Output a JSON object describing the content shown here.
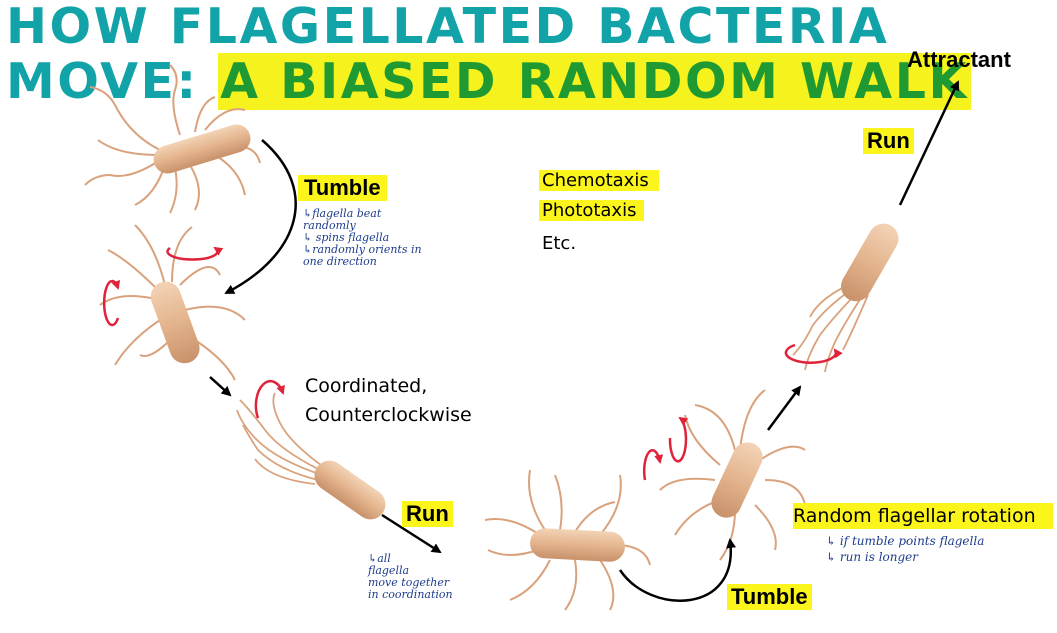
{
  "title": {
    "line1": "HOW FLAGELLATED BACTERIA",
    "line2_prefix": "MOVE: ",
    "line2_highlight": "A BIASED RANDOM WALK"
  },
  "labels": {
    "attractant": "Attractant",
    "run_top": "Run",
    "tumble_top": "Tumble",
    "chemotaxis": "Chemotaxis",
    "phototaxis": "Phototaxis",
    "etc": "Etc.",
    "coordinated_line1": "Coordinated,",
    "coordinated_line2": "Counterclockwise",
    "run_bottom": "Run",
    "random_rotation": "Random flagellar rotation",
    "tumble_bottom": "Tumble"
  },
  "notes": {
    "tumble_top": [
      "↳flagella beat",
      "   randomly",
      "↳ spins flagella",
      "↳randomly orients in",
      "  one direction"
    ],
    "run_bottom": [
      "↳all",
      "flagella",
      "move together",
      "in coordination"
    ],
    "random_rotation": [
      "↳ if tumble points flagella",
      "  ↳ run is longer"
    ]
  },
  "colors": {
    "title": "#12a3a8",
    "title_highlight_text": "#1f9a33",
    "highlight": "#fbf51c",
    "bacterium_body": "#e3b48d",
    "flagella": "#d9a27c",
    "rotation_arrow": "#e0233a",
    "handwriting": "#1e3c8c"
  }
}
